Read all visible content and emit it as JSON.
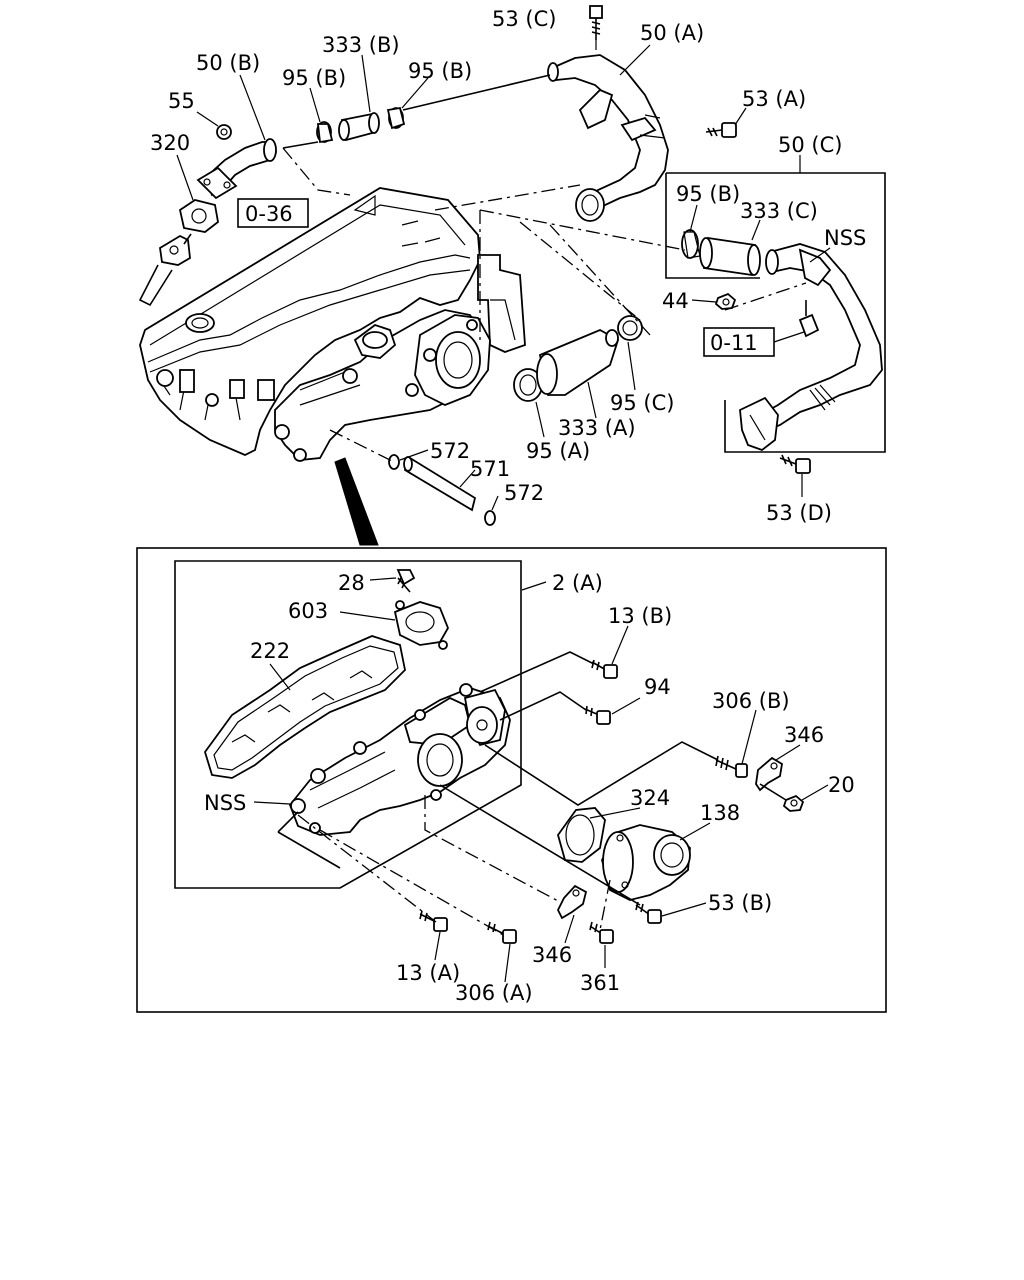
{
  "diagram": {
    "labels": {
      "p53c": "53 (C)",
      "p50a": "50 (A)",
      "p333b": "333 (B)",
      "p50b": "50 (B)",
      "p95b_1": "95 (B)",
      "p95b_2": "95 (B)",
      "p55": "55",
      "p53a": "53 (A)",
      "p320": "320",
      "p50c": "50 (C)",
      "ref036": "0-36",
      "p95b_3": "95 (B)",
      "p333c": "333 (C)",
      "nss_top": "NSS",
      "p44": "44",
      "ref011": "0-11",
      "p95c": "95 (C)",
      "p333a": "333 (A)",
      "p95a": "95 (A)",
      "p572_1": "572",
      "p571": "571",
      "p572_2": "572",
      "p53d": "53 (D)",
      "p28": "28",
      "p2a": "2 (A)",
      "p603": "603",
      "p13b": "13 (B)",
      "p222": "222",
      "p94": "94",
      "p306b": "306 (B)",
      "p346_1": "346",
      "p20": "20",
      "p324": "324",
      "nss_bottom": "NSS",
      "p138": "138",
      "p53b": "53 (B)",
      "p346_2": "346",
      "p13a": "13 (A)",
      "p306a": "306 (A)",
      "p361": "361"
    }
  }
}
